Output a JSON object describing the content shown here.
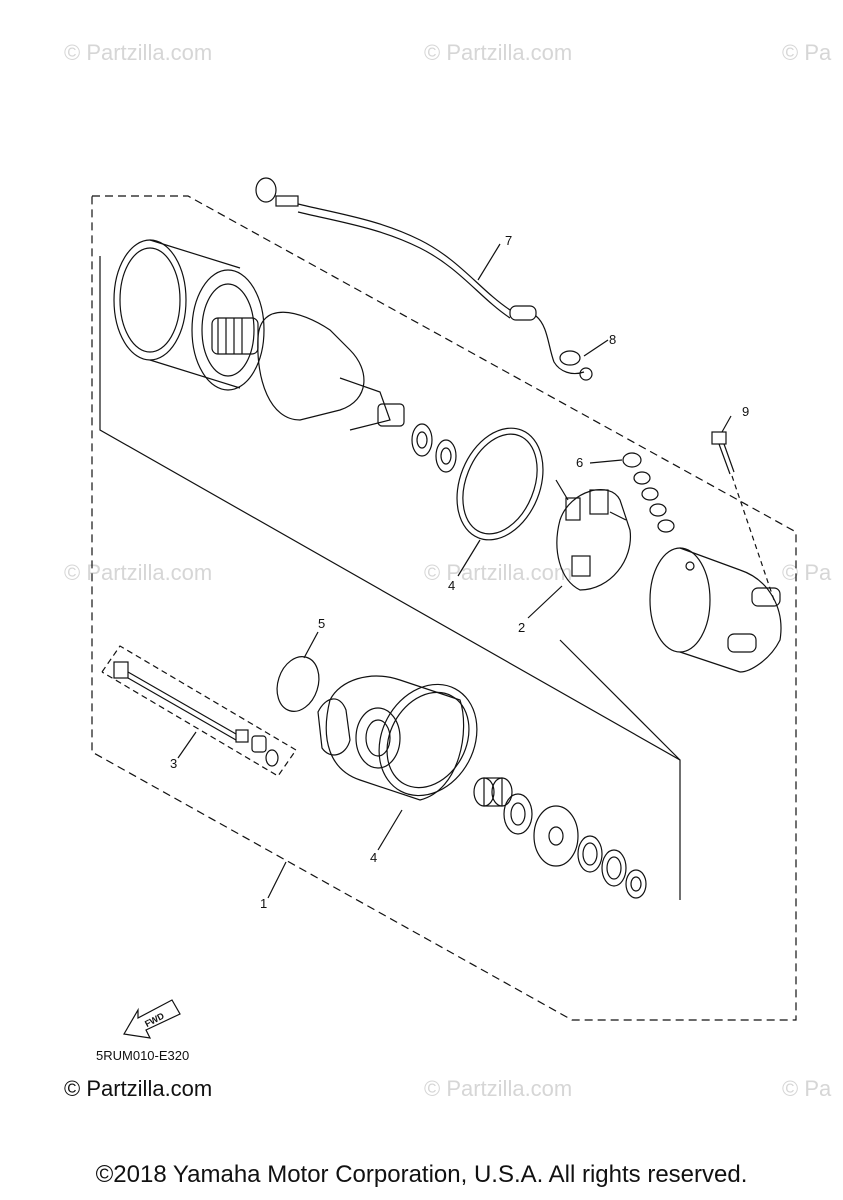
{
  "watermark": "© Partzilla.com",
  "watermark_partial": "© Pa",
  "callouts": {
    "c1": "1",
    "c2": "2",
    "c3": "3",
    "c4a": "4",
    "c4b": "4",
    "c5": "5",
    "c6": "6",
    "c7": "7",
    "c8": "8",
    "c9": "9"
  },
  "fwd_label": "FWD",
  "drawing_code": "5RUM010-E320",
  "site_mark": "© Partzilla.com",
  "copyright": "©2018 Yamaha Motor Corporation, U.S.A. All rights reserved."
}
